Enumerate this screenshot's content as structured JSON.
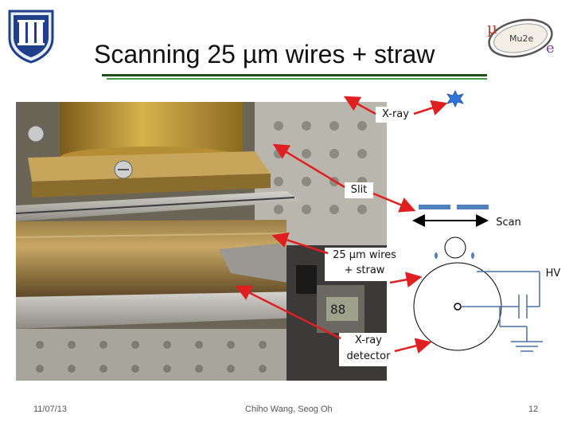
{
  "slide": {
    "title": "Scanning 25 µm wires + straw",
    "labels": {
      "xray": "X-ray",
      "slit": "Slit",
      "scan": "Scan",
      "wires_line1": "25 µm wires",
      "wires_line2": "+ straw",
      "hv": "HV",
      "detector_line1": "X-ray",
      "detector_line2": "detector"
    },
    "footer": {
      "date": "11/07/13",
      "author": "Chiho Wang, Seog Oh",
      "page": "12"
    },
    "logo_right_text": "Mu2e",
    "colors": {
      "arrow_red": "#e02020",
      "title_rule_dark": "#1f4e1f",
      "title_rule_light": "#43a047",
      "slit_blue": "#4f81bd",
      "xray_source": "#2e75d6"
    }
  }
}
